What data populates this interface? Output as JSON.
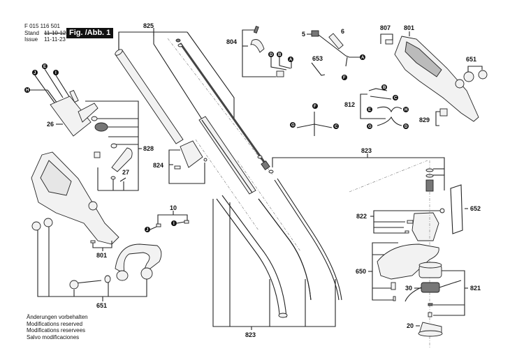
{
  "header": {
    "doc_number": "F 015 116 501",
    "stand_label": "Stand",
    "stand_date": "11-10-12",
    "issue_label": "Issue",
    "issue_date": "11-11-23",
    "figure_label": "Fig. /Abb. 1"
  },
  "footer": {
    "lines": [
      "Änderungen vorbehalten",
      "Modifications reserved",
      "Modifications reservees",
      "Salvo modificaciones"
    ]
  },
  "part_labels": {
    "p825": "825",
    "p804": "804",
    "p5": "5",
    "p6": "6",
    "p653": "653",
    "p807": "807",
    "p801_top": "801",
    "p651_top": "651",
    "p812": "812",
    "p829": "829",
    "p26": "26",
    "p828": "828",
    "p27": "27",
    "p824": "824",
    "p823_top": "823",
    "p10": "10",
    "p822": "822",
    "p652": "652",
    "p801_bottom": "801",
    "p650": "650",
    "p30": "30",
    "p821": "821",
    "p651_bottom": "651",
    "p20": "20",
    "p823_bottom": "823"
  },
  "connector_letters": {
    "a": "A",
    "b": "B",
    "c": "C",
    "d": "D",
    "e": "E",
    "f": "F",
    "g": "G",
    "h": "H",
    "i": "I",
    "j": "J"
  }
}
